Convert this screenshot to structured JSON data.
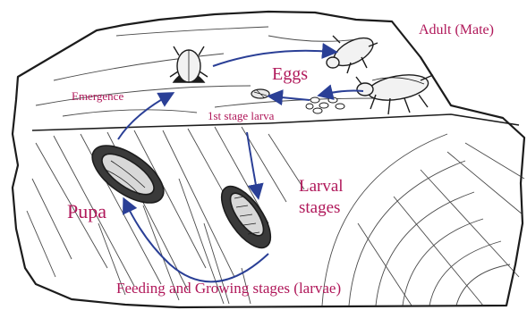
{
  "labels": {
    "adult": "Adult (Mate)",
    "eggs": "Eggs",
    "emergence": "Emergence",
    "first_stage": "1st stage larva",
    "larval_line1": "Larval",
    "larval_line2": "stages",
    "pupa": "Pupa",
    "feeding": "Feeding and Growing stages (larvae)"
  },
  "colors": {
    "label": "#b0185a",
    "arrow": "#2a3f96",
    "ink": "#1c1c1c",
    "wood": "#ffffff"
  },
  "icons": [
    "adult-beetle-icon",
    "emerging-beetle-icon",
    "larva-icon",
    "pupa-icon",
    "eggs-icon"
  ]
}
